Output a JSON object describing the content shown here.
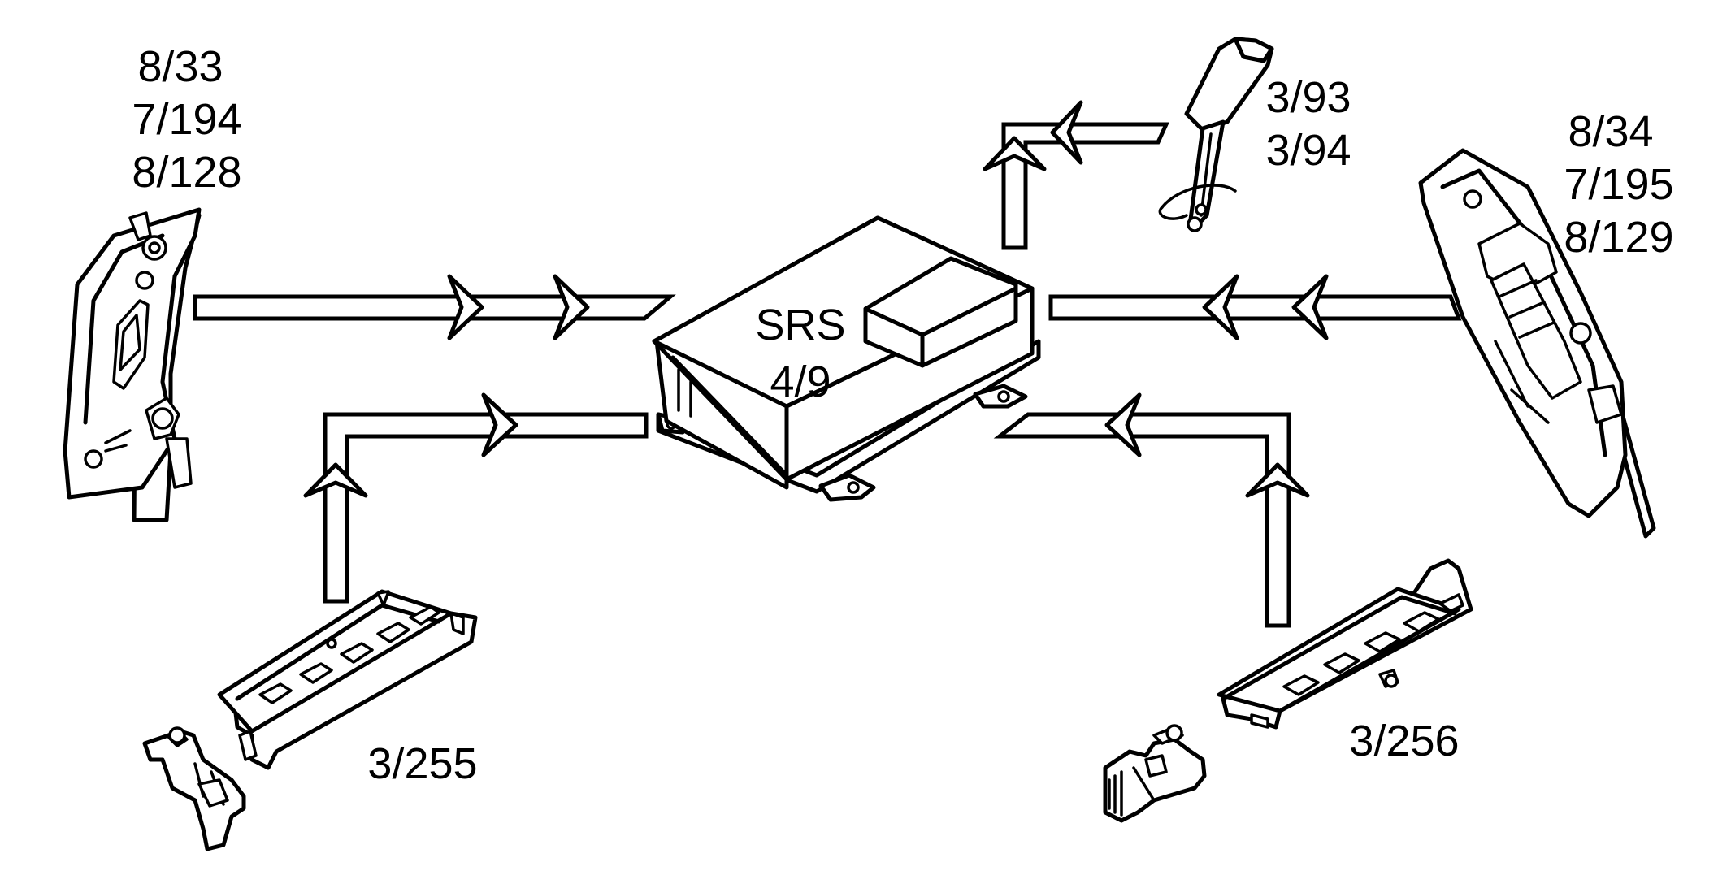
{
  "diagram": {
    "control_unit": {
      "name": "SRS",
      "code": "4/9"
    },
    "left_side_component": {
      "codes": [
        "8/33",
        "7/194",
        "8/128"
      ],
      "icon": "left-inflatable-curtain-module-icon"
    },
    "right_side_component": {
      "codes": [
        "8/34",
        "7/195",
        "8/129"
      ],
      "icon": "right-inflatable-curtain-module-icon"
    },
    "seat_belt_component": {
      "codes": [
        "3/93",
        "3/94"
      ],
      "icon": "seat-belt-buckle-icon"
    },
    "left_seat_rail": {
      "code": "3/255",
      "icon": "left-seat-rail-sensor-icon"
    },
    "right_seat_rail": {
      "code": "3/256",
      "icon": "right-seat-rail-sensor-icon"
    },
    "colors": {
      "line": "#000000",
      "background": "#ffffff"
    }
  }
}
